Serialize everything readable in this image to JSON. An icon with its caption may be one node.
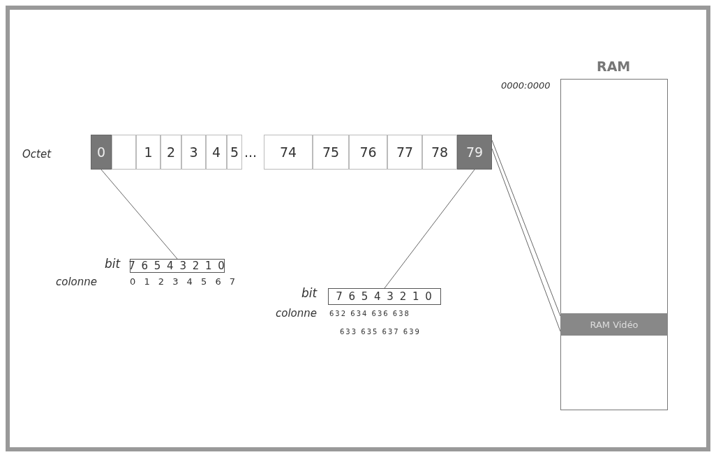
{
  "diagram": {
    "nodes": [
      {
        "text": [
          "0"
        ]
      },
      {
        "text": [],
        "shape": "box"
      },
      {
        "text": [
          "1"
        ]
      },
      {
        "text": [
          "2"
        ]
      },
      {
        "text": [
          "3"
        ]
      },
      {
        "text": [
          "4"
        ]
      },
      {
        "text": [
          "5"
        ]
      },
      {
        "text": [
          "74"
        ]
      },
      {
        "text": [
          "75"
        ]
      },
      {
        "text": [
          "76"
        ]
      },
      {
        "text": [
          "77"
        ]
      },
      {
        "text": [
          "78"
        ]
      },
      {
        "text": [
          "79"
        ]
      },
      {
        "text": [
          "7 6 5 4 3 2 1 0"
        ],
        "beside": [
          "bit"
        ]
      },
      {
        "text": [
          "7 6 5 4 3 2 1 0"
        ],
        "beside": [
          "bit"
        ]
      },
      {
        "text": [
          "RAM"
        ],
        "beside": [
          "0000:0000"
        ]
      },
      {
        "text": [
          "RAM Vidéo"
        ],
        "in": 15
      }
    ],
    "edges": [
      {
        "from": 0,
        "to": 13,
        "arrow": "none"
      },
      {
        "from": 12,
        "to": 14,
        "arrow": "none"
      },
      {
        "from": 12,
        "to": 16,
        "arrow": "none"
      },
      {
        "from": 12,
        "to": 16,
        "arrow": "none"
      }
    ],
    "labels": [
      "Octet",
      "...",
      "colonne",
      "0 1 2 3 4 5 6 7",
      "colonne",
      "632 634 636 638",
      "633 635 637 639"
    ]
  }
}
